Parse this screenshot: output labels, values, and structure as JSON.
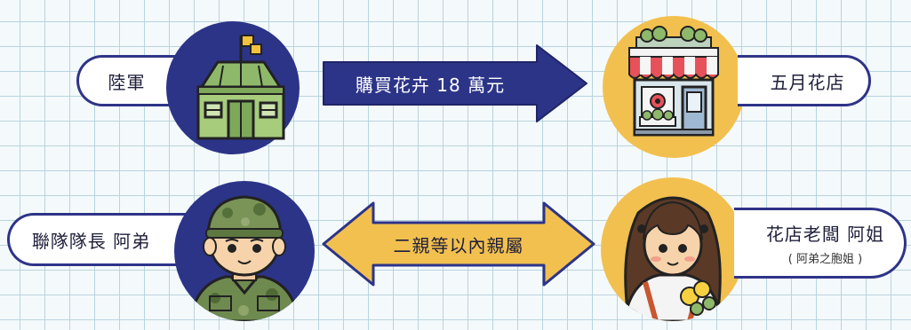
{
  "nodes": {
    "army": {
      "label": "陸軍"
    },
    "flower_shop": {
      "label": "五月花店"
    },
    "brigade_leader": {
      "label": "聯隊隊長 阿弟"
    },
    "shop_owner": {
      "label": "花店老闆 阿姐",
      "note": "( 阿弟之胞姐 )"
    }
  },
  "edges": {
    "purchase": {
      "label": "購買花卉 18 萬元"
    },
    "relation": {
      "label": "二親等以內親屬"
    }
  },
  "colors": {
    "navy": "#2c3488",
    "gold": "#f2c04f",
    "grid": "#b9d4de"
  },
  "icons": [
    "army-tent-icon",
    "flower-shop-icon",
    "soldier-avatar-icon",
    "shop-owner-avatar-icon"
  ]
}
